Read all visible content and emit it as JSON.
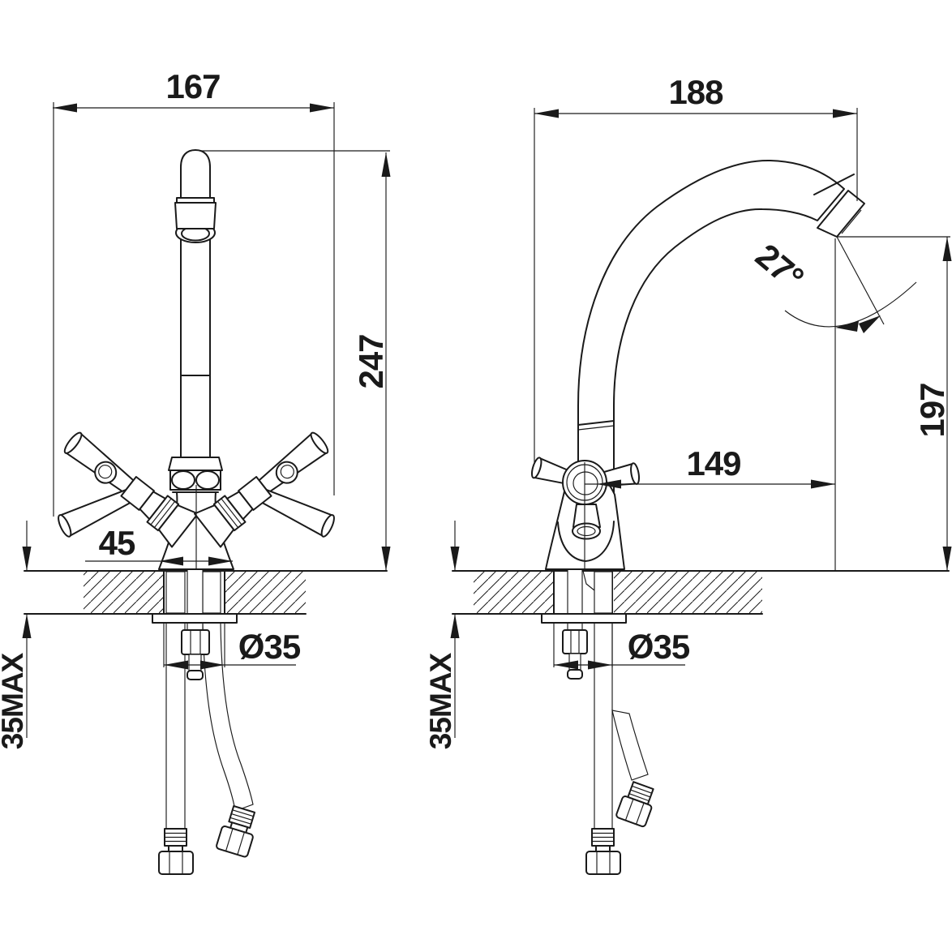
{
  "drawing": {
    "type": "technical-dimension-drawing",
    "subject": "two-handle kitchen faucet with gooseneck spout, front and side installation views",
    "colors": {
      "line": "#1a1a1a",
      "background": "#ffffff"
    },
    "views": {
      "front": {
        "overall_width": "167",
        "overall_height": "247",
        "base_width": "45",
        "hole_diameter": "Ø35",
        "deck_thickness_max": "35MAX"
      },
      "side": {
        "overall_depth": "188",
        "spout_angle": "27°",
        "spout_height": "197",
        "spout_reach": "149",
        "hole_diameter": "Ø35",
        "deck_thickness_max": "35MAX"
      }
    }
  }
}
